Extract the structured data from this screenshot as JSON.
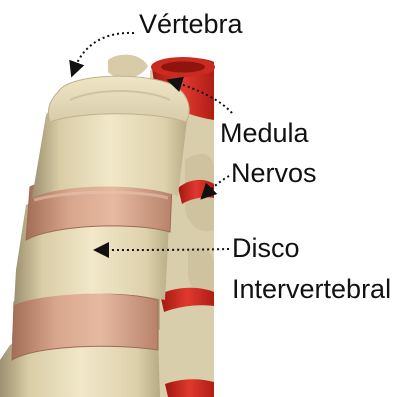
{
  "labels": {
    "vertebra": "Vértebra",
    "medula": "Medula",
    "nervos": "Nervos",
    "disco_line1": "Disco",
    "disco_line2": "Intervertebral"
  },
  "colors": {
    "bone": "#ede3c2",
    "bone_shadow": "#b9ad86",
    "disc": "#d9a98f",
    "disc_shadow": "#b57c63",
    "nerve": "#d8322a",
    "nerve_dark": "#9e1712",
    "pointer": "#111111"
  }
}
